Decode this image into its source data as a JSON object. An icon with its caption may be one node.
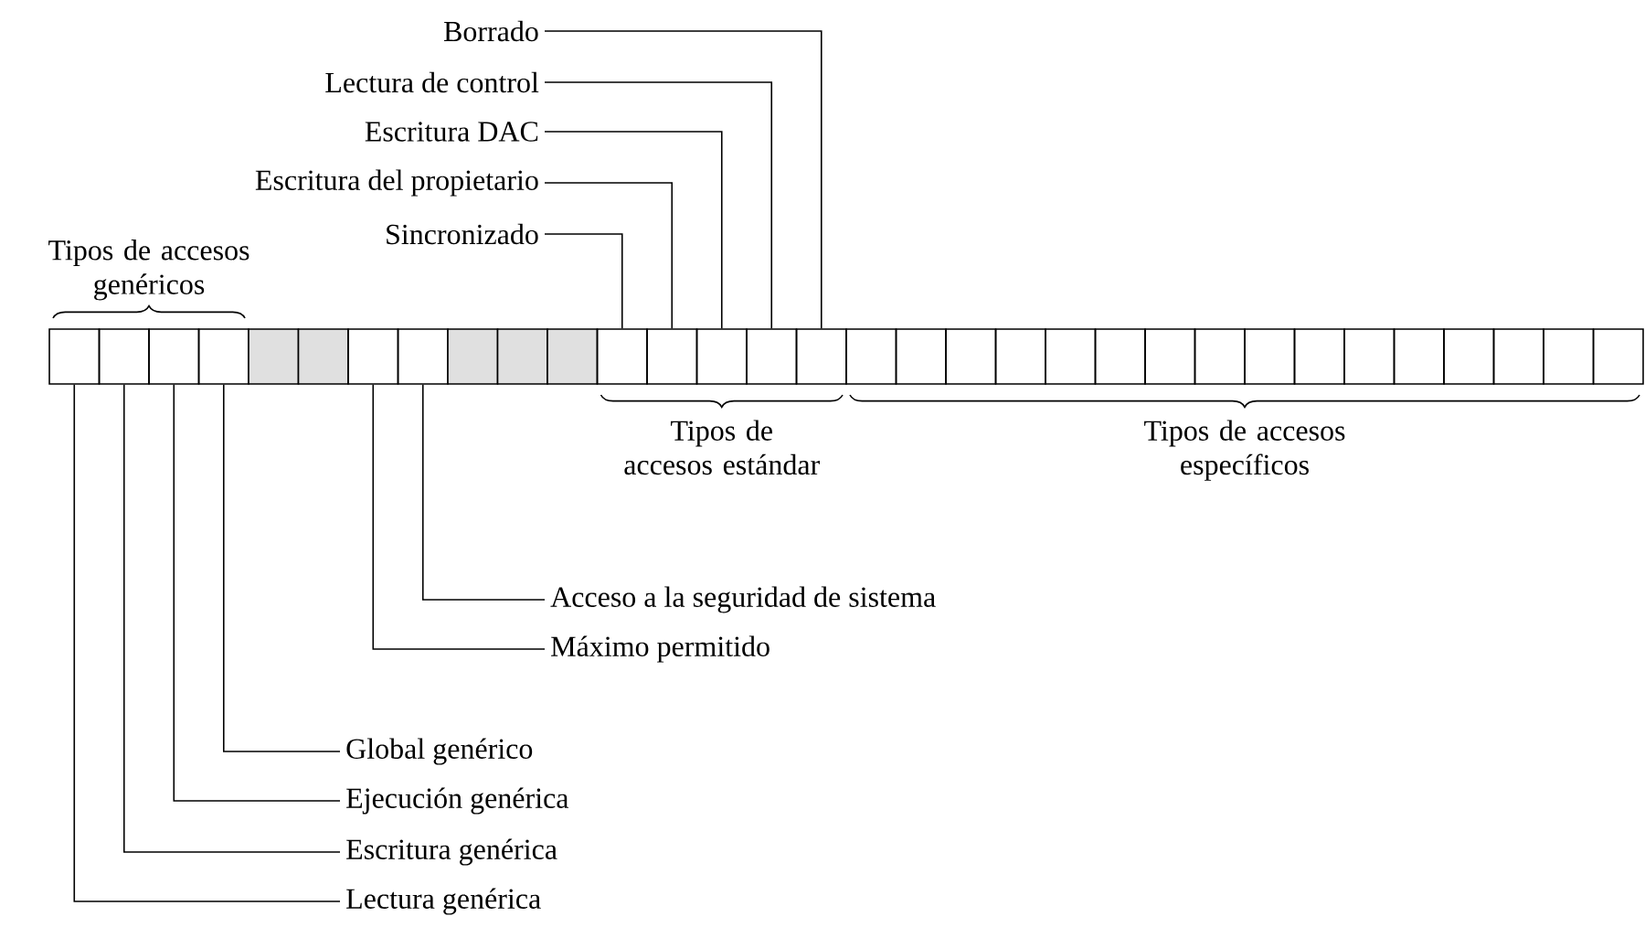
{
  "diagram": {
    "nodes": [
      {
        "text": [
          "Borrado"
        ]
      },
      {
        "text": [
          "Lectura de control"
        ]
      },
      {
        "text": [
          "Escritura DAC"
        ]
      },
      {
        "text": [
          "Escritura del propietario"
        ]
      },
      {
        "text": [
          "Sincronizado"
        ]
      },
      {
        "text": [],
        "shape": "box"
      },
      {
        "text": [],
        "shape": "box"
      },
      {
        "text": [],
        "shape": "box"
      },
      {
        "text": [],
        "shape": "box"
      },
      {
        "text": [],
        "shape": "box"
      },
      {
        "text": [],
        "shape": "box"
      },
      {
        "text": [],
        "shape": "box"
      },
      {
        "text": [],
        "shape": "box"
      },
      {
        "text": [],
        "shape": "box"
      },
      {
        "text": [],
        "shape": "box"
      },
      {
        "text": [],
        "shape": "box"
      },
      {
        "text": [],
        "shape": "box"
      },
      {
        "text": [],
        "shape": "box"
      },
      {
        "text": [],
        "shape": "box"
      },
      {
        "text": [],
        "shape": "box"
      },
      {
        "text": [],
        "shape": "box"
      },
      {
        "text": [],
        "shape": "box"
      },
      {
        "text": [],
        "shape": "box"
      },
      {
        "text": [],
        "shape": "box"
      },
      {
        "text": [],
        "shape": "box"
      },
      {
        "text": [],
        "shape": "box"
      },
      {
        "text": [],
        "shape": "box"
      },
      {
        "text": [],
        "shape": "box"
      },
      {
        "text": [],
        "shape": "box"
      },
      {
        "text": [],
        "shape": "box"
      },
      {
        "text": [],
        "shape": "box"
      },
      {
        "text": [],
        "shape": "box"
      },
      {
        "text": [],
        "shape": "box"
      },
      {
        "text": [],
        "shape": "box"
      },
      {
        "text": [],
        "shape": "box"
      },
      {
        "text": [],
        "shape": "box"
      },
      {
        "text": [],
        "shape": "box"
      },
      {
        "text": [
          "Acceso a la seguridad de sistema"
        ]
      },
      {
        "text": [
          "Máximo permitido"
        ]
      },
      {
        "text": [
          "Global genérico"
        ]
      },
      {
        "text": [
          "Ejecución genérica"
        ]
      },
      {
        "text": [
          "Escritura genérica"
        ]
      },
      {
        "text": [
          "Lectura genérica"
        ]
      }
    ],
    "edges": [
      {
        "from": 0,
        "to": 20,
        "arrow": "none"
      },
      {
        "from": 1,
        "to": 19,
        "arrow": "none"
      },
      {
        "from": 2,
        "to": 18,
        "arrow": "none"
      },
      {
        "from": 3,
        "to": 17,
        "arrow": "none"
      },
      {
        "from": 4,
        "to": 16,
        "arrow": "none"
      },
      {
        "from": 37,
        "to": 12,
        "arrow": "none"
      },
      {
        "from": 38,
        "to": 11,
        "arrow": "none"
      },
      {
        "from": 39,
        "to": 8,
        "arrow": "none"
      },
      {
        "from": 40,
        "to": 7,
        "arrow": "none"
      },
      {
        "from": 41,
        "to": 6,
        "arrow": "none"
      },
      {
        "from": 42,
        "to": 5,
        "arrow": "none"
      }
    ],
    "labels": [
      "Tipos de accesos genéricos",
      "Tipos de accesos estándar",
      "Tipos de accesos específicos"
    ]
  }
}
